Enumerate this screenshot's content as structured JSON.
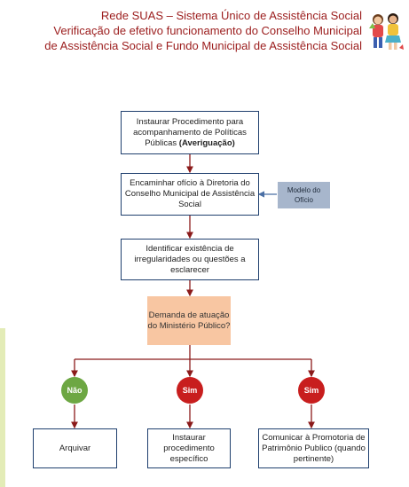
{
  "header": {
    "line1": "Rede SUAS – Sistema Único de Assistência Social",
    "line2": "Verificação de efetivo funcionamento do Conselho Municipal",
    "line3": "de Assistência Social e Fundo Municipal de Assistência Social"
  },
  "flow": {
    "step1": {
      "text": "Instaurar Procedimento para acompanhamento de Políticas Públicas ",
      "bold": "(Averiguação)"
    },
    "step2": "Encaminhar ofício à Diretoria do Conselho Municipal de Assistência Social",
    "model": "Modelo do Ofício",
    "step3": "Identificar existência de irregularidades ou questões a esclarecer",
    "decision": "Demanda de atuação do Ministério Público?",
    "branches": [
      {
        "answer": "Não",
        "outcome": "Arquivar"
      },
      {
        "answer": "Sim",
        "outcome": "Instaurar procedimento específico"
      },
      {
        "answer": "Sim",
        "outcome": "Comunicar à Promotoria de Patrimônio Publico (quando pertinente)"
      }
    ]
  },
  "colors": {
    "header_text": "#9b1c1c",
    "box_border": "#1f3f6e",
    "connector": "#8b1a1a",
    "model_fill": "#a7b6cc",
    "decision_fill": "#f8c6a2",
    "no_circle": "#6da743",
    "yes_circle": "#c81e1e"
  }
}
